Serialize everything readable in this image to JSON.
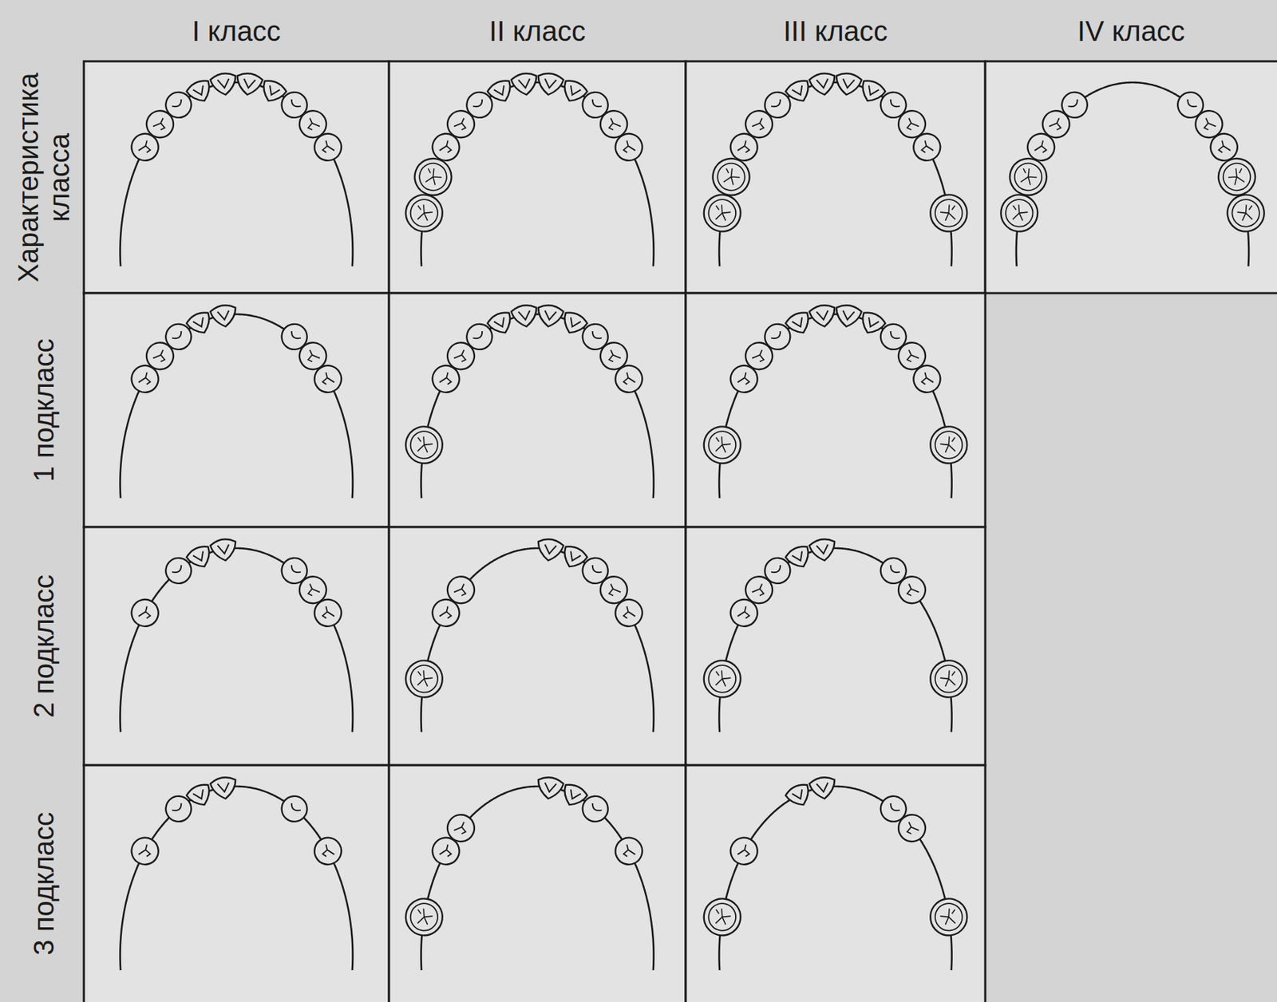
{
  "diagram": {
    "labels": [
      "I класс",
      "II класс",
      "III класс",
      "IV класс",
      "Характеристика класса",
      "1 подкласс",
      "2 подкласс",
      "3 подкласс"
    ]
  }
}
